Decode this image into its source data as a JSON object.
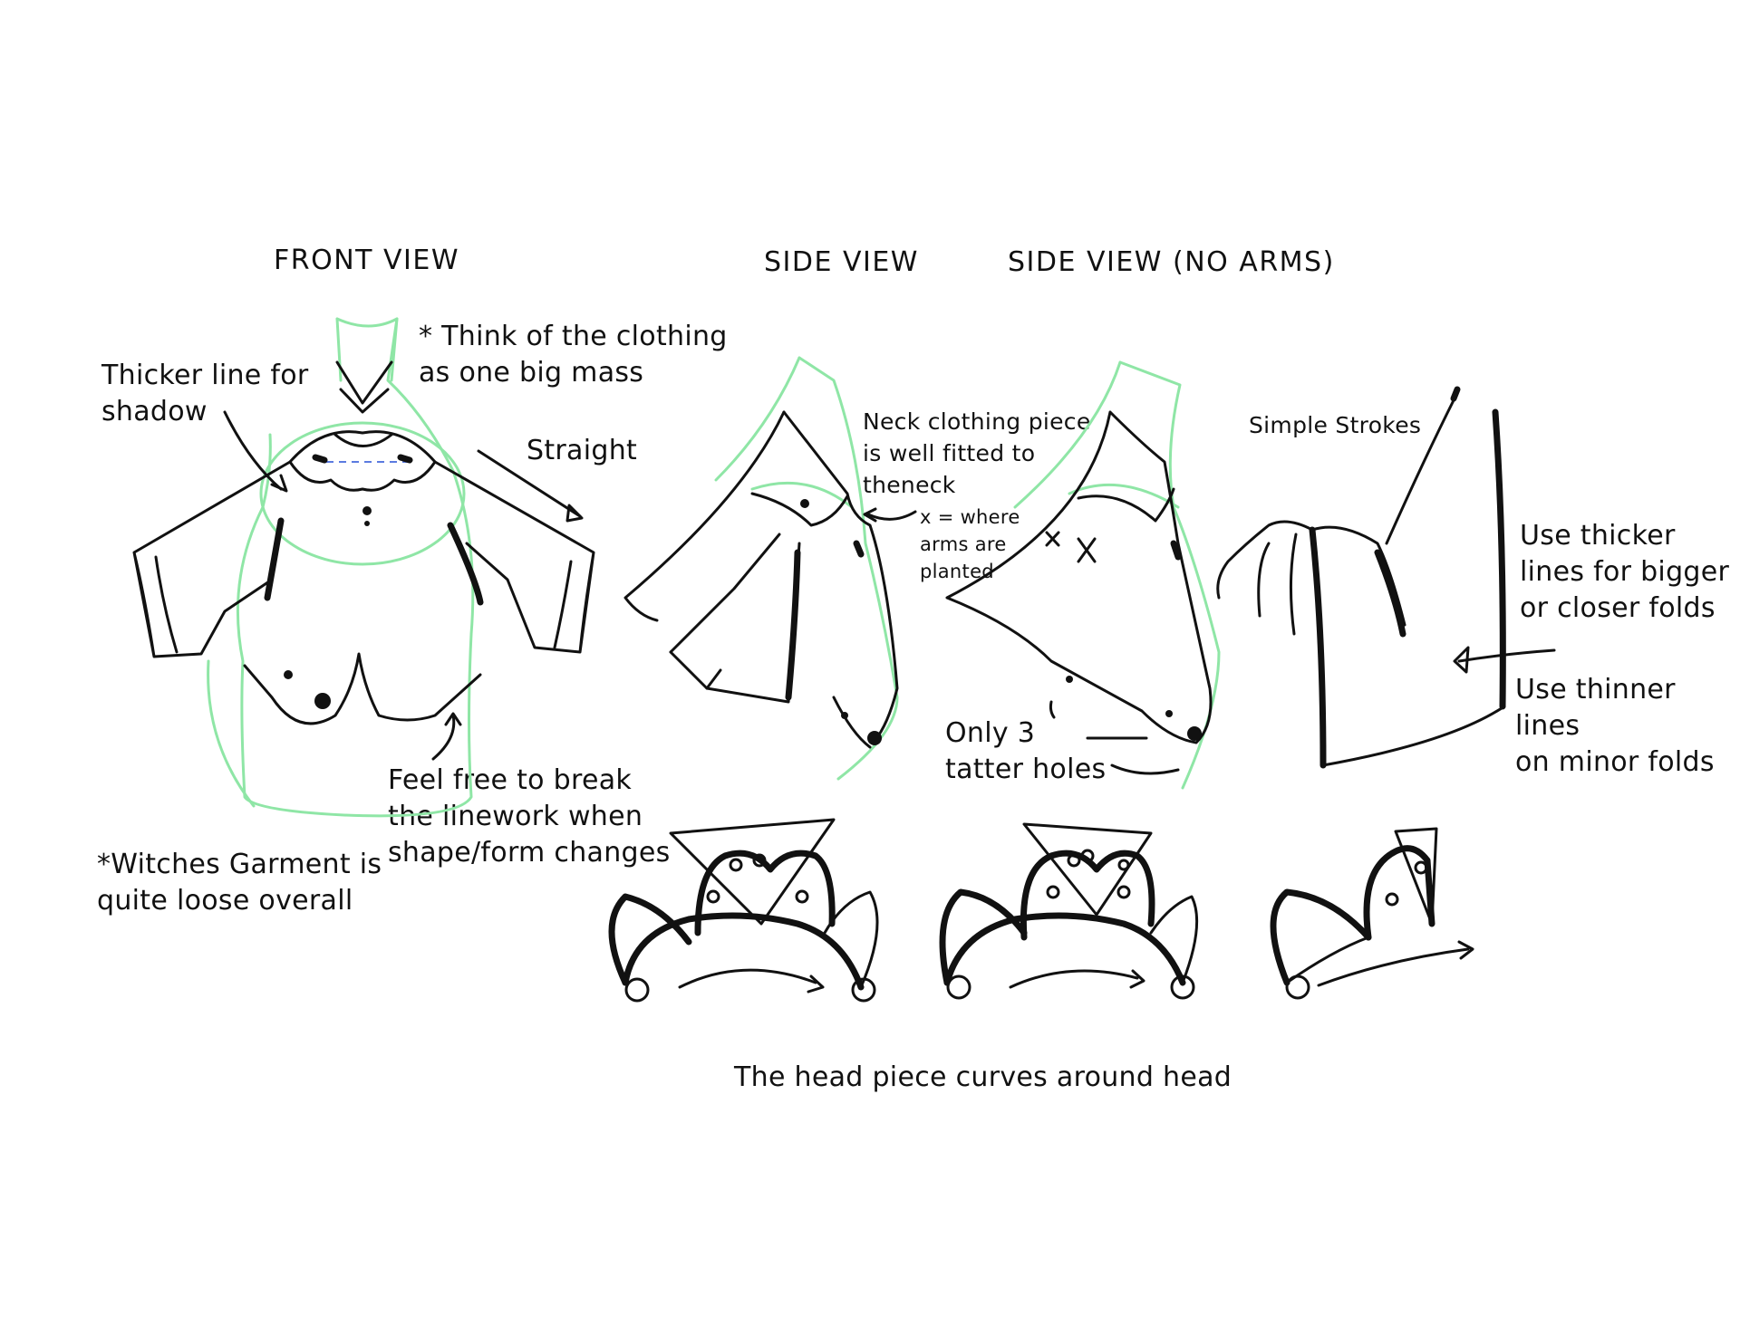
{
  "headings": {
    "front_view": "FRONT VIEW",
    "side_view": "SIDE VIEW",
    "side_view_no_arms": "SIDE VIEW (NO ARMS)"
  },
  "notes": {
    "think_mass": "* Think of the clothing\nas one big mass",
    "thicker_shadow": "Thicker line for\nshadow",
    "straight": "Straight",
    "neck_piece": "Neck clothing piece\nis well fitted to\ntheneck",
    "arms_planted": "x = where\narms are\nplanted",
    "simple_strokes": "Simple Strokes",
    "thicker_folds": "Use thicker\nlines for bigger\nor closer folds",
    "thinner_folds": "Use thinner lines\non minor folds",
    "tatter_holes": "Only 3\ntatter holes",
    "break_linework": "Feel free to break\nthe linework when\nshape/form changes",
    "loose_garment": "*Witches Garment is\nquite loose overall",
    "head_piece": "The head piece curves around head"
  },
  "colors": {
    "ink": "#111111",
    "guide_lines": "#8fe6a6",
    "dashed_guide": "#5b7be0",
    "background": "#ffffff"
  }
}
